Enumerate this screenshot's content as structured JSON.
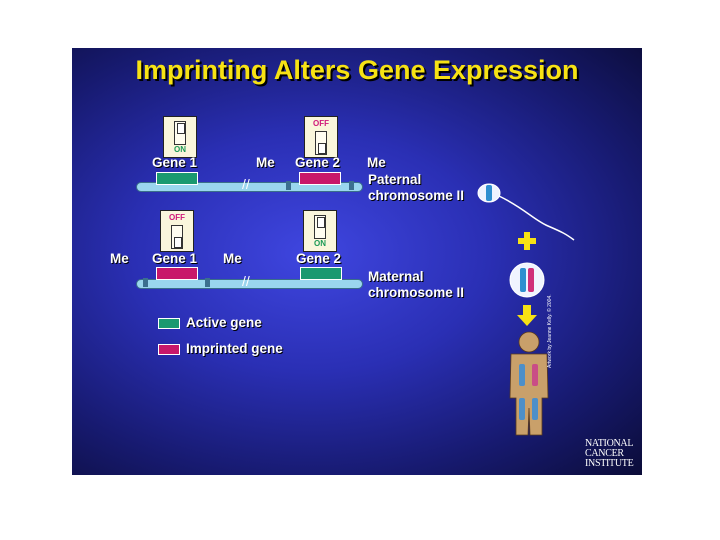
{
  "title": "Imprinting Alters Gene Expression",
  "paternal": {
    "label_line1": "Paternal",
    "label_line2": "chromosome II",
    "gene1": {
      "label": "Gene 1",
      "switch_state": "ON"
    },
    "gene2": {
      "label": "Gene 2",
      "switch_state": "OFF",
      "methyl_left": "Me",
      "methyl_right": "Me"
    }
  },
  "maternal": {
    "label_line1": "Maternal",
    "label_line2": "chromosome II",
    "gene1": {
      "label": "Gene 1",
      "switch_state": "OFF",
      "methyl_left": "Me",
      "methyl_right": "Me"
    },
    "gene2": {
      "label": "Gene 2",
      "switch_state": "ON"
    }
  },
  "legend": [
    {
      "label": "Active gene",
      "color": "#1a9970"
    },
    {
      "label": "Imprinted gene",
      "color": "#c8186a"
    }
  ],
  "credit": "Artwork by Jeanne Kelly. © 2004.",
  "logo": {
    "line1": "NATIONAL",
    "line2": "CANCER",
    "line3": "INSTITUTE"
  },
  "colors": {
    "background": "#2a2fb4",
    "title": "#f7e214",
    "active": "#1a9970",
    "imprinted": "#c8186a",
    "chromosome": "#9ad6ee",
    "plus": "#f7e214",
    "arrow": "#f7e214",
    "person": "#c9a06a"
  },
  "icons": [
    "sperm-icon",
    "plus-icon",
    "egg-icon",
    "down-arrow-icon",
    "person-icon"
  ]
}
